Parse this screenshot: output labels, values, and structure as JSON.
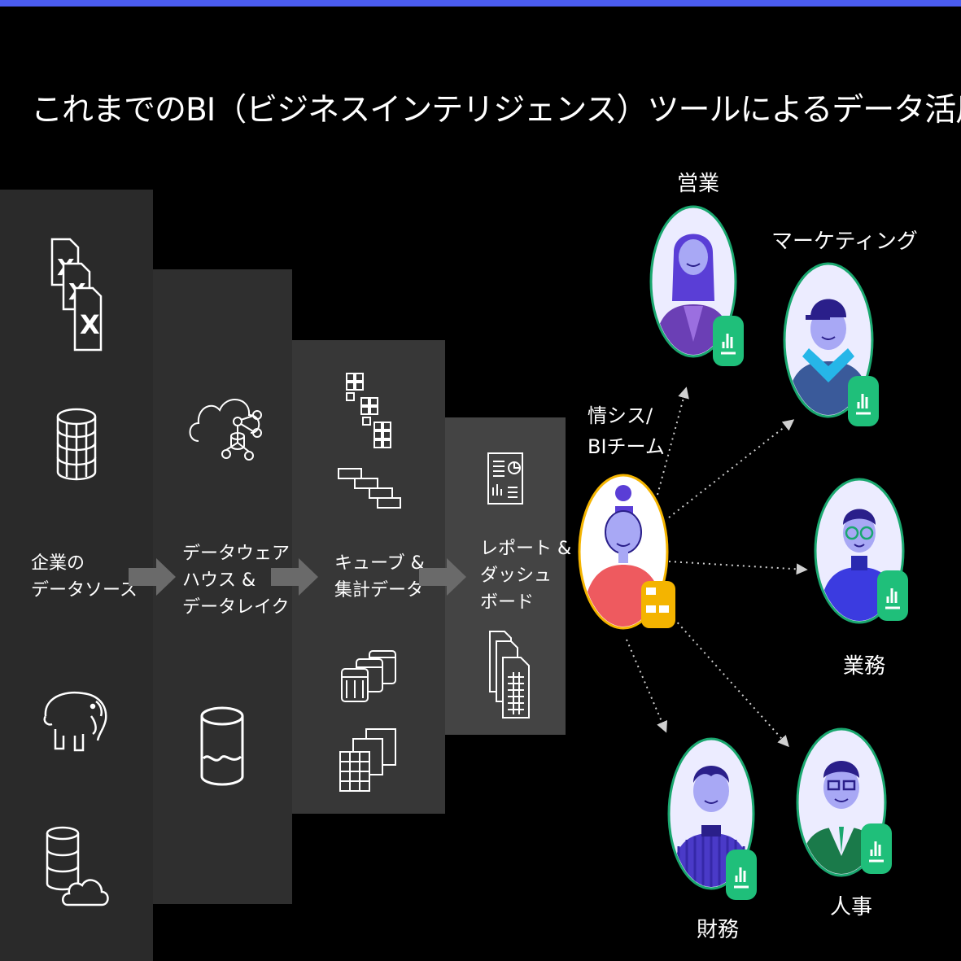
{
  "title": "これまでのBI（ビジネスインテリジェンス）ツールによるデータ活用",
  "stages": [
    {
      "label": "企業の\nデータソース"
    },
    {
      "label": "データウェア\nハウス &\nデータレイク"
    },
    {
      "label": "キューブ &\n集計データ"
    },
    {
      "label": "レポート &\nダッシュ\nボード"
    }
  ],
  "hub": {
    "label": "情シス/\nBIチーム"
  },
  "departments": {
    "sales": "営業",
    "marketing": "マーケティング",
    "business": "業務",
    "finance": "財務",
    "hr": "人事"
  },
  "colors": {
    "accent_bar": "#4a5cf0",
    "ring": "#1aa76f",
    "hub_ring": "#f4b400",
    "badge": "#1fbf7a",
    "face": "#a8a8f5",
    "body_purple": "#5a3ed6"
  }
}
